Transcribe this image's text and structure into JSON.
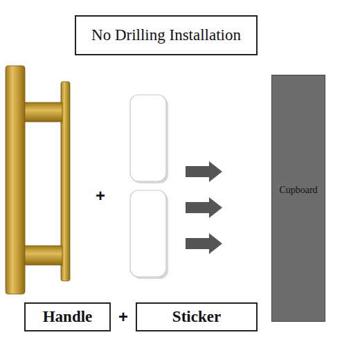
{
  "diagram": {
    "title": "No Drilling Installation",
    "nodes": [
      {
        "text": [
          "Cupboard"
        ]
      },
      {
        "text": [
          "Handle"
        ]
      },
      {
        "text": [
          "Sticker"
        ]
      }
    ],
    "labels": [
      "+",
      "+"
    ]
  }
}
